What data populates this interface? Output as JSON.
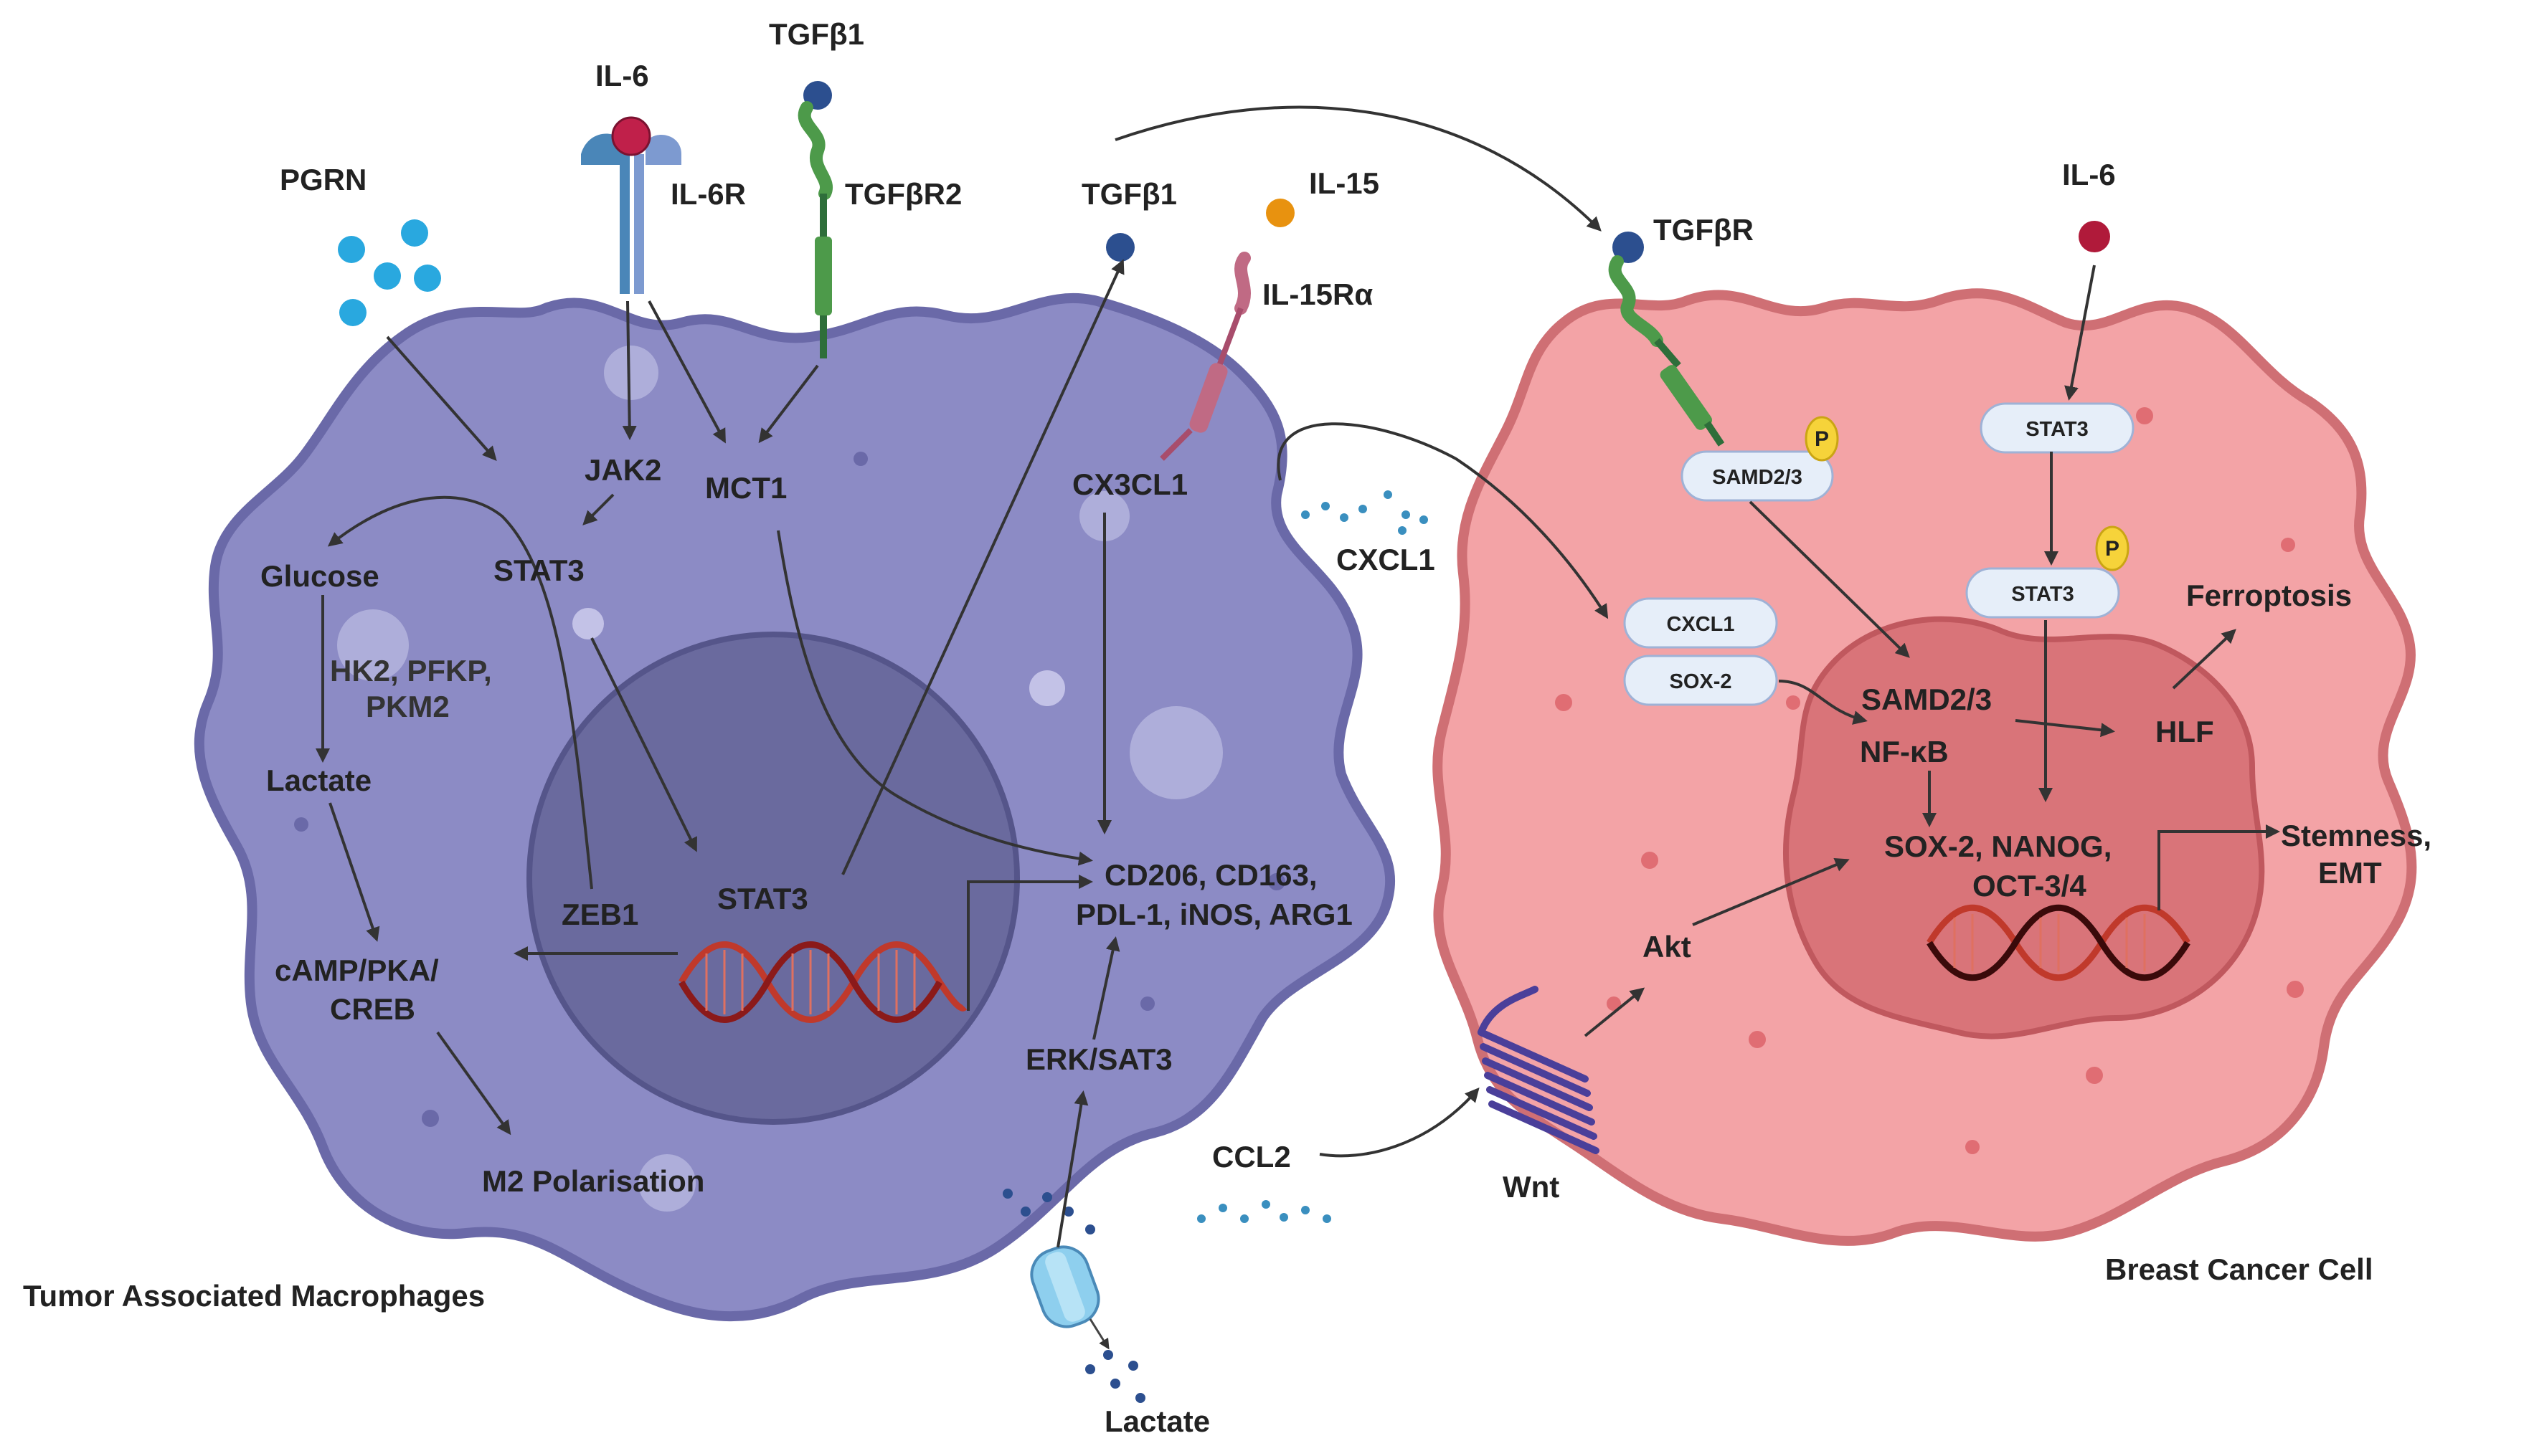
{
  "macrophage": {
    "title": "Tumor Associated Macrophages",
    "ligands": {
      "pgrn": "PGRN",
      "il6": "IL-6",
      "il6r": "IL-6R",
      "tgfb1_top": "TGFβ1",
      "tgfbr2": "TGFβR2",
      "tgfb1_secreted": "TGFβ1",
      "il15": "IL-15",
      "il15ra": "IL-15Rα"
    },
    "nodes": {
      "jak2": "JAK2",
      "stat3_cyto": "STAT3",
      "mct1": "MCT1",
      "cx3cl1": "CX3CL1",
      "glucose": "Glucose",
      "enzymes_1": "HK2, PFKP,",
      "enzymes_2": "PKM2",
      "lactate_in": "Lactate",
      "camp_1": "cAMP/PKA/",
      "camp_2": "CREB",
      "m2": "M2 Polarisation",
      "zeb1": "ZEB1",
      "stat3_nuc": "STAT3",
      "markers_1": "CD206, CD163,",
      "markers_2": "PDL-1, iNOS, ARG1",
      "erk": "ERK/SAT3",
      "lactate_out": "Lactate"
    }
  },
  "between": {
    "cxcl1": "CXCL1",
    "ccl2": "CCL2"
  },
  "cancer_cell": {
    "title": "Breast Cancer Cell",
    "ligands": {
      "tgfbr": "TGFβR",
      "il6": "IL-6"
    },
    "pills": {
      "samd_p": "SAMD2/3",
      "stat3_top": "STAT3",
      "stat3_p": "STAT3",
      "cxcl1": "CXCL1",
      "sox2": "SOX-2"
    },
    "phospho_label": "P",
    "nodes": {
      "ferroptosis": "Ferroptosis",
      "samd_nuc": "SAMD2/3",
      "nfkb": "NF-κB",
      "hlf": "HLF",
      "sox_1": "SOX-2, NANOG,",
      "sox_2": "OCT-3/4",
      "stemness_1": "Stemness,",
      "stemness_2": "EMT",
      "akt": "Akt",
      "wnt": "Wnt"
    }
  },
  "colors": {
    "macrophage_fill": "#8c8bc5",
    "macrophage_edge": "#6a69a8",
    "mac_nucleus": "#6a6a9e",
    "cancer_fill": "#f3a3a6",
    "cancer_edge": "#cf6f74",
    "cancer_nucleus": "#d97479",
    "dna_red": "#c0392b",
    "dna_dark": "#8b1a1a"
  }
}
